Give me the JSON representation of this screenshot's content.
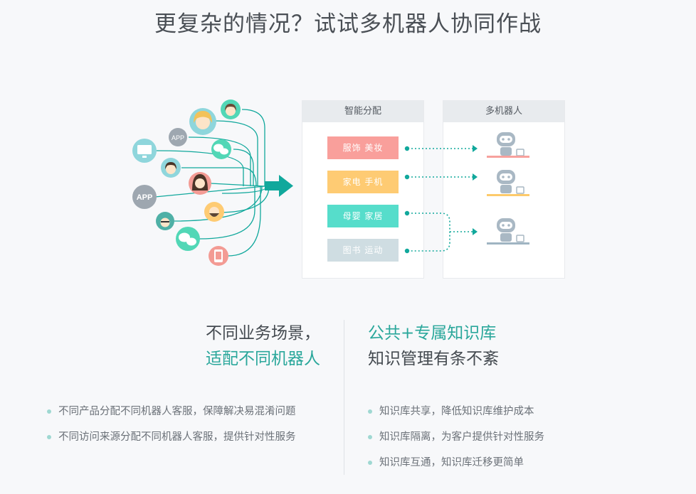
{
  "page": {
    "title": "更复杂的情况？试试多机器人协同作战"
  },
  "diagram": {
    "routing_panel_title": "智能分配",
    "robots_panel_title": "多机器人",
    "app_badge_label": "APP",
    "categories": [
      {
        "label": "服饰 美妆",
        "color": "#f99f9b"
      },
      {
        "label": "家电 手机",
        "color": "#fecb73"
      },
      {
        "label": "母婴 家居",
        "color": "#56ddcb"
      },
      {
        "label": "图书 运动",
        "color": "#cfdde2"
      }
    ],
    "robot_base_colors": [
      "#f7a19d",
      "#fdca6b",
      "#9fb4c2"
    ],
    "accent_color": "#11a89c"
  },
  "features": {
    "left": {
      "line1": "不同业务场景，",
      "line2": "适配不同机器人",
      "bullets": [
        "不同产品分配不同机器人客服，保障解决易混淆问题",
        "不同访问来源分配不同机器人客服，提供针对性服务"
      ]
    },
    "right": {
      "line1": "公共+专属知识库",
      "line2": "知识管理有条不紊",
      "bullets": [
        "知识库共享，降低知识库维护成本",
        "知识库隔离，为客户提供针对性服务",
        "知识库互通，知识库迁移更简单"
      ]
    }
  }
}
